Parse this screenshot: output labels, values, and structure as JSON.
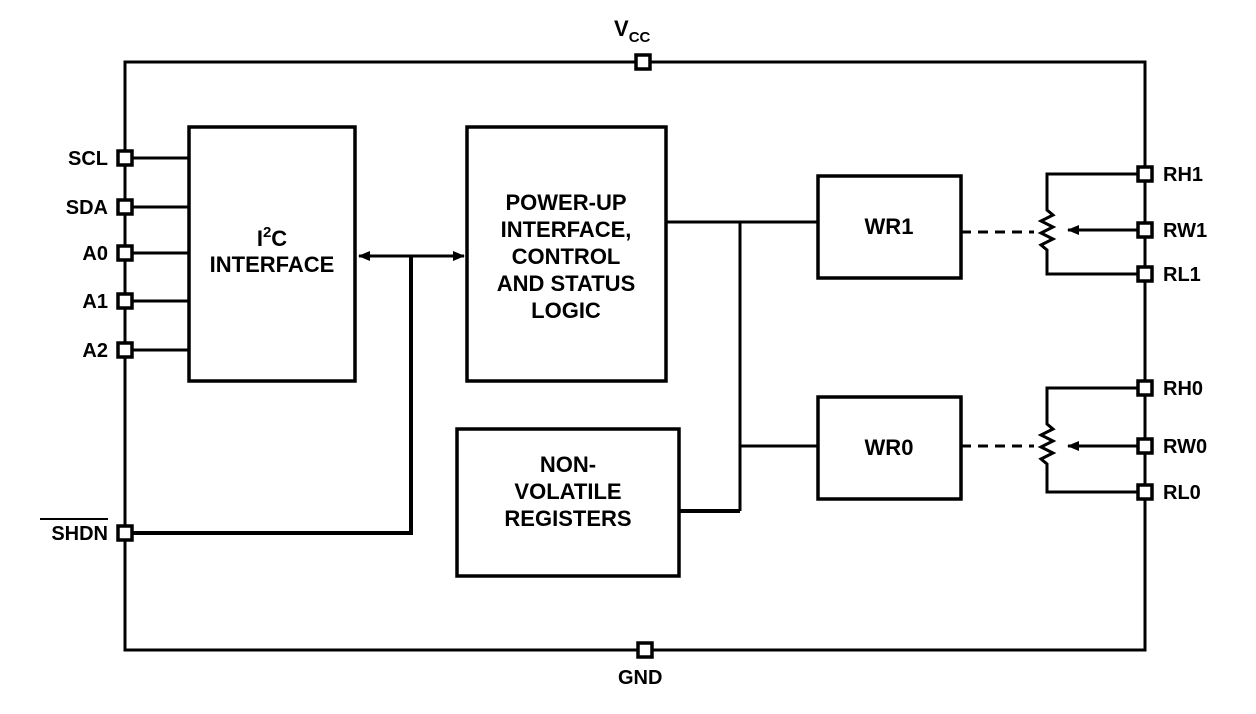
{
  "pins": {
    "vcc_main": "V",
    "vcc_sub": "CC",
    "gnd": "GND",
    "scl": "SCL",
    "sda": "SDA",
    "a0": "A0",
    "a1": "A1",
    "a2": "A2",
    "shdn": "SHDN",
    "rh1": "RH1",
    "rw1": "RW1",
    "rl1": "RL1",
    "rh0": "RH0",
    "rw0": "RW0",
    "rl0": "RL0"
  },
  "blocks": {
    "i2c": {
      "pre": "I",
      "sup": "2",
      "post": "C",
      "line2": "INTERFACE"
    },
    "power_up": {
      "lines": [
        "POWER-UP",
        "INTERFACE,",
        "CONTROL",
        "AND STATUS",
        "LOGIC"
      ]
    },
    "nonvolatile": {
      "lines": [
        "NON-",
        "VOLATILE",
        "REGISTERS"
      ]
    },
    "wr1": "WR1",
    "wr0": "WR0"
  }
}
